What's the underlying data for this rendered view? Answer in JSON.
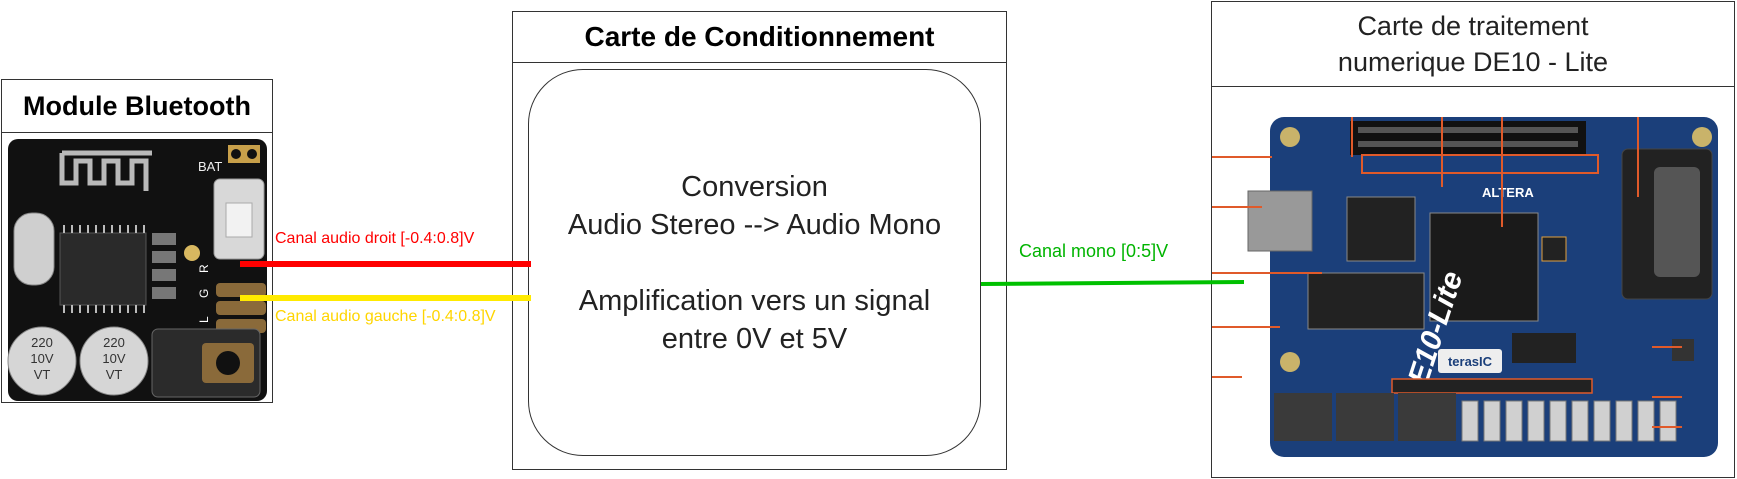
{
  "bluetooth": {
    "title": "Module Bluetooth",
    "bat_label": "BAT",
    "pin_labels": [
      "L",
      "G",
      "R"
    ],
    "cap_labels": [
      "220",
      "10V",
      "VT"
    ]
  },
  "conditioning": {
    "title": "Carte de Conditionnement",
    "line1": "Conversion",
    "line2": "Audio Stereo --> Audio Mono",
    "line3": "Amplification vers un signal",
    "line4": "entre 0V et 5V"
  },
  "processing": {
    "title_line1": "Carte de traitement",
    "title_line2": "numerique DE10 - Lite",
    "board_brand": "ALTERA",
    "board_name": "DE10-Lite",
    "board_maker": "terasIC"
  },
  "wires": {
    "right": {
      "label": "Canal audio droit [-0.4:0.8]V",
      "color": "#ff0000"
    },
    "left": {
      "label": "Canal audio gauche [-0.4:0.8]V",
      "color": "#ffea00"
    },
    "mono": {
      "label": "Canal mono [0:5]V",
      "color": "#00c000"
    }
  },
  "colors": {
    "pcb_black": "#111111",
    "pcb_blue": "#1b3f7a",
    "annotation": "#e05a2a"
  }
}
